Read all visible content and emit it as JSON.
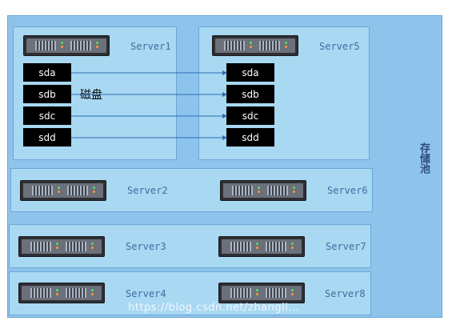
{
  "pool_label": "存储池",
  "disk_caption": "磁盘",
  "servers": {
    "s1": "Server1",
    "s2": "Server2",
    "s3": "Server3",
    "s4": "Server4",
    "s5": "Server5",
    "s6": "Server6",
    "s7": "Server7",
    "s8": "Server8"
  },
  "disks": [
    "sda",
    "sdb",
    "sdc",
    "sdd"
  ],
  "watermark": "https://blog.csdn.net/zhangli...",
  "colors": {
    "pool": "#8ec4ec",
    "box": "#a9d8f2",
    "label": "#3a6fa0",
    "link": "#2d6bb0"
  }
}
